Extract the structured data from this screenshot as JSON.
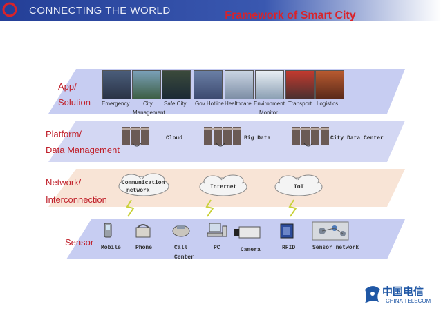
{
  "banner": {
    "text": "CONNECTING THE WORLD"
  },
  "title": "Framework of Smart City",
  "layers": {
    "app": {
      "label_line1": "App/",
      "label_line2": "Solution",
      "items": [
        {
          "line1": "Emergency",
          "line2": ""
        },
        {
          "line1": "City",
          "line2": "Management"
        },
        {
          "line1": "Safe City",
          "line2": ""
        },
        {
          "line1": "Gov Hotline",
          "line2": ""
        },
        {
          "line1": "Healthcare",
          "line2": ""
        },
        {
          "line1": "Environment",
          "line2": "Monitor"
        },
        {
          "line1": "Transport",
          "line2": ""
        },
        {
          "line1": "Logistics",
          "line2": ""
        }
      ]
    },
    "platform": {
      "label_line1": "Platform/",
      "label_line2": "Data Management",
      "items": [
        "Cloud",
        "Big Data",
        "City Data Center"
      ]
    },
    "network": {
      "label_line1": "Network/",
      "label_line2": "Interconnection",
      "items": [
        {
          "line1": "Communication",
          "line2": "network"
        },
        {
          "line1": "Internet",
          "line2": ""
        },
        {
          "line1": "IoT",
          "line2": ""
        }
      ]
    },
    "sensor": {
      "label": "Sensor",
      "items": [
        {
          "line1": "Mobile",
          "line2": ""
        },
        {
          "line1": "Phone",
          "line2": ""
        },
        {
          "line1": "Call",
          "line2": "Center"
        },
        {
          "line1": "PC",
          "line2": ""
        },
        {
          "line1": "Camera",
          "line2": ""
        },
        {
          "line1": "RFID",
          "line2": ""
        },
        {
          "line1": "Sensor network",
          "line2": ""
        }
      ]
    }
  },
  "logo": {
    "cn": "中国电信",
    "en": "CHINA TELECOM"
  },
  "colors": {
    "banner": "#1a3a8a",
    "title": "#d9232a",
    "label": "#c0202a",
    "app_layer": "#c7cdf2",
    "platform_layer": "#d3d7f3",
    "network_layer": "#f8e4d6",
    "sensor_layer": "#c7cdf2",
    "logo": "#1f57a5"
  }
}
